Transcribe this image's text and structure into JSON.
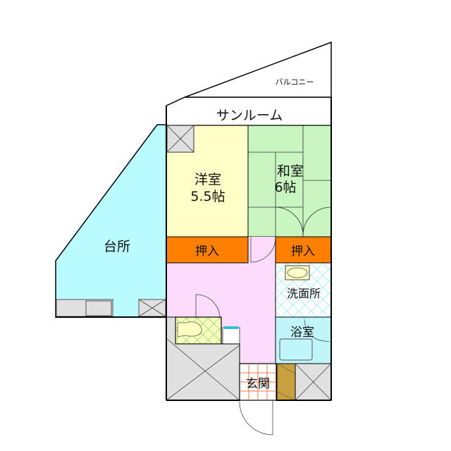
{
  "floorplan": {
    "rooms": {
      "balcony": {
        "label": "バルコニー",
        "color": "#ffffff"
      },
      "sunroom": {
        "label": "サンルーム",
        "color": "#ffffff"
      },
      "western_room": {
        "label_line1": "洋室",
        "label_line2": "5.5帖",
        "color": "#ffffc8"
      },
      "japanese_room": {
        "label_line1": "和室",
        "label_line2": "6帖",
        "color": "#c8f5c0"
      },
      "kitchen": {
        "label": "台所",
        "color": "#b9fbff"
      },
      "closet_left": {
        "label": "押入",
        "color": "#ff8000"
      },
      "closet_right": {
        "label": "押入",
        "color": "#ff8000"
      },
      "washroom": {
        "label": "洗面所",
        "color": "#ffffff",
        "pattern_color": "#5be0f0"
      },
      "bathroom": {
        "label": "浴室",
        "color": "#c0f6fa"
      },
      "entrance": {
        "label": "玄関",
        "color": "#ffffff",
        "grid_color": "#e87a40"
      },
      "hallway": {
        "color": "#fcdcfc"
      },
      "toilet": {
        "color": "#ffffc0",
        "pattern_color": "#40d840"
      },
      "storage": {
        "color": "#e0e0e0"
      },
      "shoe_cabinet": {
        "color": "#c8a040"
      }
    },
    "wall_color": "#000000"
  }
}
